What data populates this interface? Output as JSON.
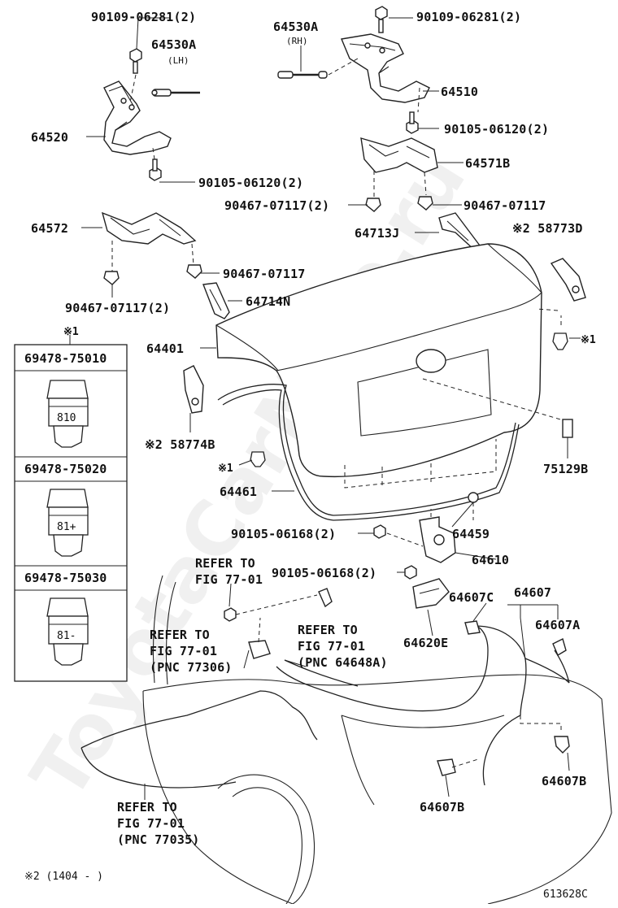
{
  "watermark": "ToyotaCarMine.ru",
  "diagram_id": "613628C",
  "footnote": "※2 (1404 -      )",
  "parts": {
    "p64530A_lh": "64530A",
    "p64530A_lh_side": "(LH)",
    "p64530A_rh": "64530A",
    "p64530A_rh_side": "(RH)",
    "bolt_top_left": "90109-06281(2)",
    "bolt_top_right": "90109-06281(2)",
    "p64510": "64510",
    "p64520": "64520",
    "bolt_90105_06120_right": "90105-06120(2)",
    "bolt_90105_06120_left": "90105-06120(2)",
    "p64571B": "64571B",
    "clip_90467_2_right": "90467-07117(2)",
    "clip_90467_right": "90467-07117",
    "p64572": "64572",
    "p64713J": "64713J",
    "p58773D": "※2 58773D",
    "clip_90467_left": "90467-07117",
    "clip_90467_2_left": "90467-07117(2)",
    "p64714N": "64714N",
    "note1_top": "※1",
    "p64401": "64401",
    "note1_right": "※1",
    "p58774B": "※2 58774B",
    "p75129B": "75129B",
    "note1_left": "※1",
    "p64461": "64461",
    "p64459": "64459",
    "bolt_90105_06168_a": "90105-06168(2)",
    "p64610": "64610",
    "bolt_90105_06168_b": "90105-06168(2)",
    "p64607C": "64607C",
    "p64607": "64607",
    "p64607A": "64607A",
    "p64620E": "64620E",
    "p64607B_right": "64607B",
    "p64607B_center": "64607B"
  },
  "inset": {
    "title": "※1",
    "rows": [
      {
        "part_no": "69478-75010",
        "mark": "810"
      },
      {
        "part_no": "69478-75020",
        "mark": "81+"
      },
      {
        "part_no": "69478-75030",
        "mark": "81-"
      }
    ]
  },
  "refs": {
    "ref1_line1": "REFER TO",
    "ref1_line2": "FIG 77-01",
    "ref2_line1": "REFER TO",
    "ref2_line2": "FIG 77-01",
    "ref2_line3": "(PNC 77306)",
    "ref3_line1": "REFER TO",
    "ref3_line2": "FIG 77-01",
    "ref3_line3": "(PNC 64648A)",
    "ref4_line1": "REFER TO",
    "ref4_line2": "FIG 77-01",
    "ref4_line3": "(PNC 77035)"
  }
}
